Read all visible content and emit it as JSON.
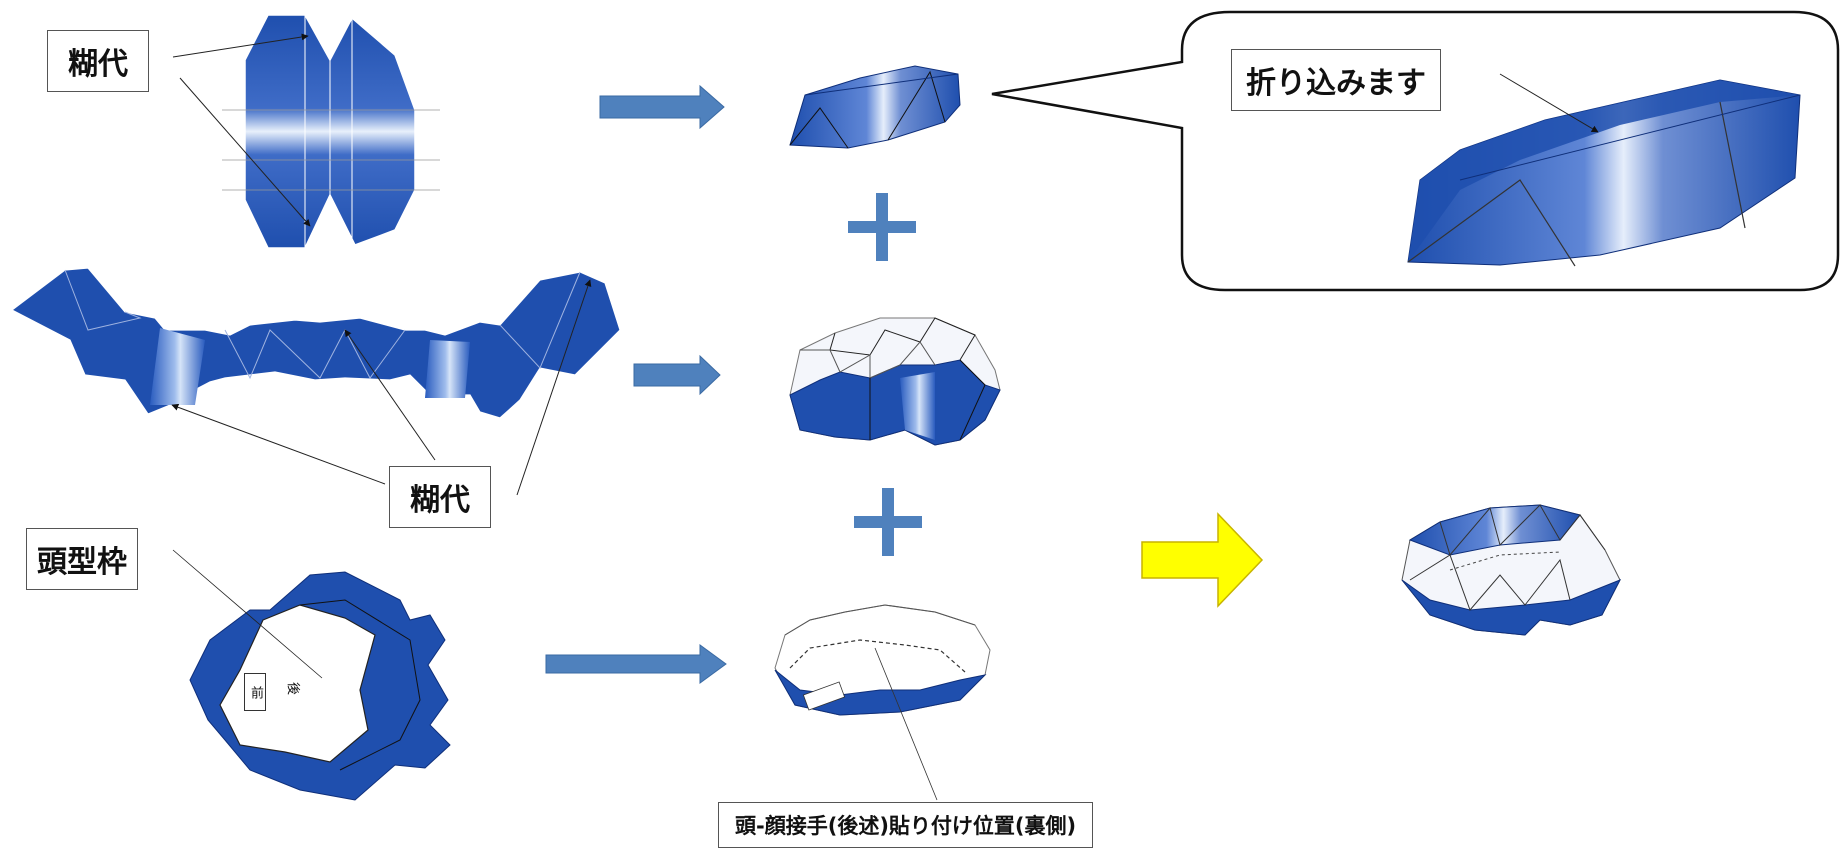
{
  "labels": {
    "glue_tab_top": "糊代",
    "glue_tab_middle": "糊代",
    "head_frame": "頭型枠",
    "fold_in": "折り込みます",
    "attach_position": "頭-顔接手(後述)貼り付け位置(裏側)",
    "front_mark": "前",
    "back_mark": "後"
  },
  "operators": [
    "+",
    "+"
  ],
  "colors": {
    "panel_blue": "#1f4fae",
    "panel_dark": "#163d8f",
    "panel_light": "#6f8fd3",
    "arrow_blue": "#4f81bd",
    "result_arrow": "#ffff00",
    "result_arrow_border": "#c8b400",
    "line": "#222222"
  },
  "icons": [
    "arrow-right-icon",
    "plus-icon",
    "yellow-arrow-icon",
    "callout-bubble"
  ]
}
